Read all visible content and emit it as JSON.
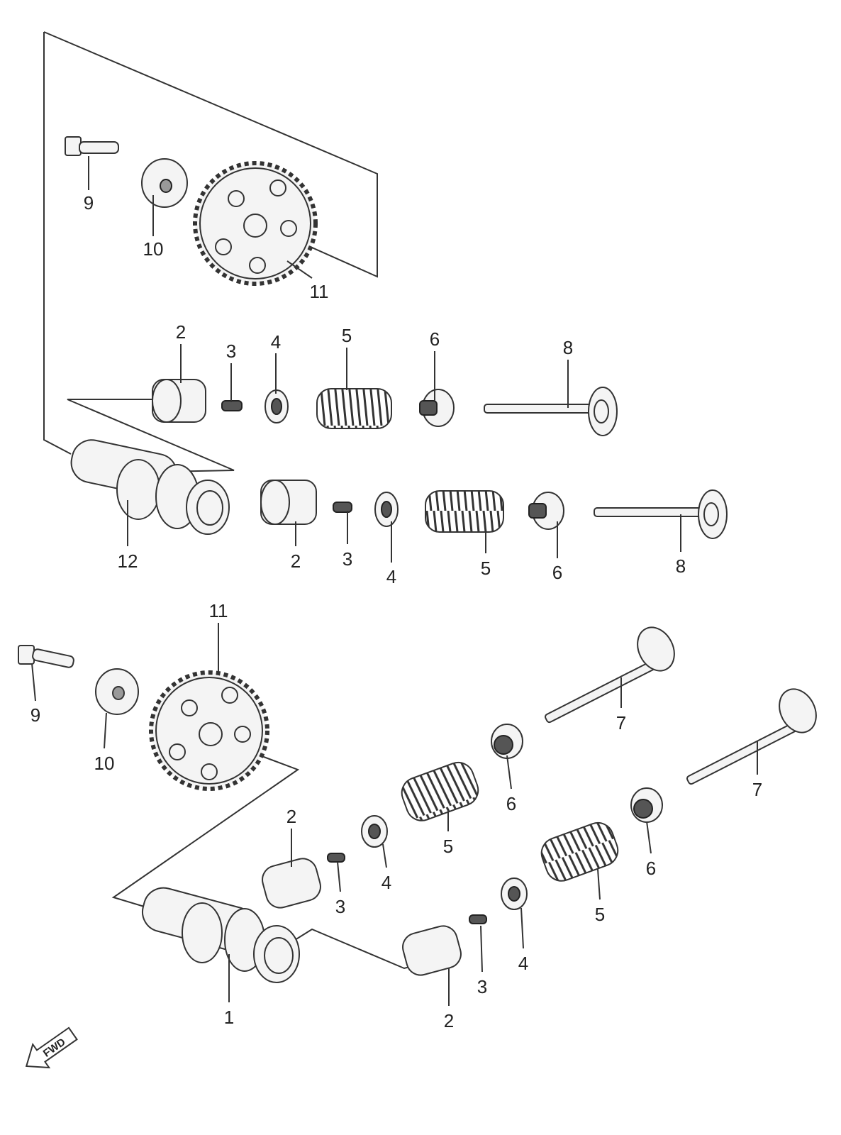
{
  "diagram": {
    "top_assembly": {
      "labels": [
        "9",
        "10",
        "11",
        "2",
        "3",
        "4",
        "5",
        "6",
        "8",
        "12",
        "2",
        "3",
        "4",
        "5",
        "6",
        "8"
      ]
    },
    "bottom_assembly": {
      "labels": [
        "11",
        "9",
        "10",
        "7",
        "6",
        "7",
        "2",
        "5",
        "4",
        "3",
        "6",
        "5",
        "4",
        "3",
        "1",
        "2"
      ]
    },
    "direction_indicator": "FWD"
  }
}
